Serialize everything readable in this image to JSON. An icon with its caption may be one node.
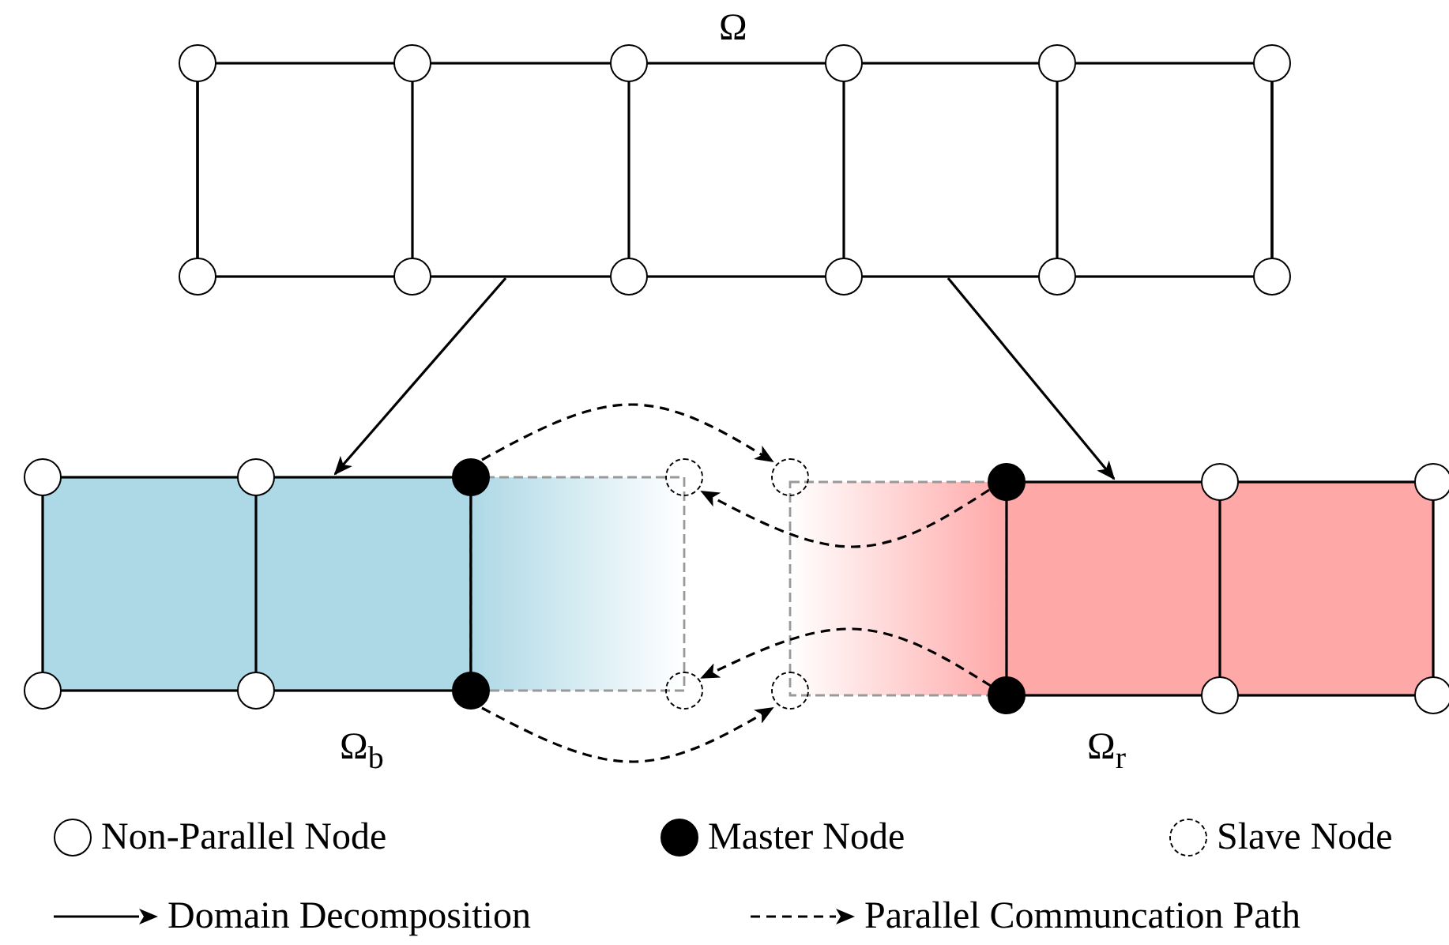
{
  "diagram": {
    "nodes": [
      {
        "text": [
          "Ω"
        ]
      },
      {
        "text": [],
        "shape": "circle"
      },
      {
        "text": [],
        "shape": "circle"
      },
      {
        "text": [],
        "shape": "circle"
      },
      {
        "text": [],
        "shape": "circle"
      },
      {
        "text": [],
        "shape": "circle"
      },
      {
        "text": [],
        "shape": "circle"
      },
      {
        "text": [],
        "shape": "circle"
      },
      {
        "text": [],
        "shape": "circle"
      },
      {
        "text": [],
        "shape": "circle"
      },
      {
        "text": [],
        "shape": "circle"
      },
      {
        "text": [],
        "shape": "circle"
      },
      {
        "text": [],
        "shape": "circle"
      },
      {
        "text": [
          "Ω$_{b}$"
        ]
      },
      {
        "text": [
          "Ω$_{r}$"
        ]
      },
      {
        "text": [],
        "shape": "circle"
      },
      {
        "text": [],
        "shape": "circle"
      },
      {
        "text": [],
        "shape": "circle"
      },
      {
        "text": [],
        "shape": "circle"
      },
      {
        "text": [],
        "shape": "circle"
      },
      {
        "text": [],
        "shape": "circle"
      },
      {
        "text": [],
        "shape": "circle"
      },
      {
        "text": [],
        "shape": "circle"
      },
      {
        "text": [],
        "shape": "circle"
      },
      {
        "text": [],
        "shape": "circle"
      },
      {
        "text": [],
        "shape": "circle"
      },
      {
        "text": [],
        "shape": "circle"
      },
      {
        "text": [],
        "shape": "circle"
      },
      {
        "text": [],
        "shape": "circle"
      },
      {
        "text": [],
        "shape": "circle"
      },
      {
        "text": [],
        "shape": "circle"
      }
    ],
    "edges": [
      {
        "from": 0,
        "to": 13,
        "arrow": "to"
      },
      {
        "from": 0,
        "to": 14,
        "arrow": "to"
      },
      {
        "from": 17,
        "to": 19,
        "arrow": "to",
        "style": "dashed"
      },
      {
        "from": 25,
        "to": 27,
        "arrow": "to",
        "style": "dashed"
      },
      {
        "from": 20,
        "to": 18,
        "arrow": "to",
        "style": "dashed"
      },
      {
        "from": 28,
        "to": 26,
        "arrow": "to",
        "style": "dashed"
      }
    ],
    "legend": [
      {
        "text": "Non-Parallel Node"
      },
      {
        "text": "Master Node"
      },
      {
        "text": "Slave Node"
      },
      {
        "text": "Domain Decomposition"
      },
      {
        "text": "Parallel Communcation Path"
      }
    ]
  }
}
